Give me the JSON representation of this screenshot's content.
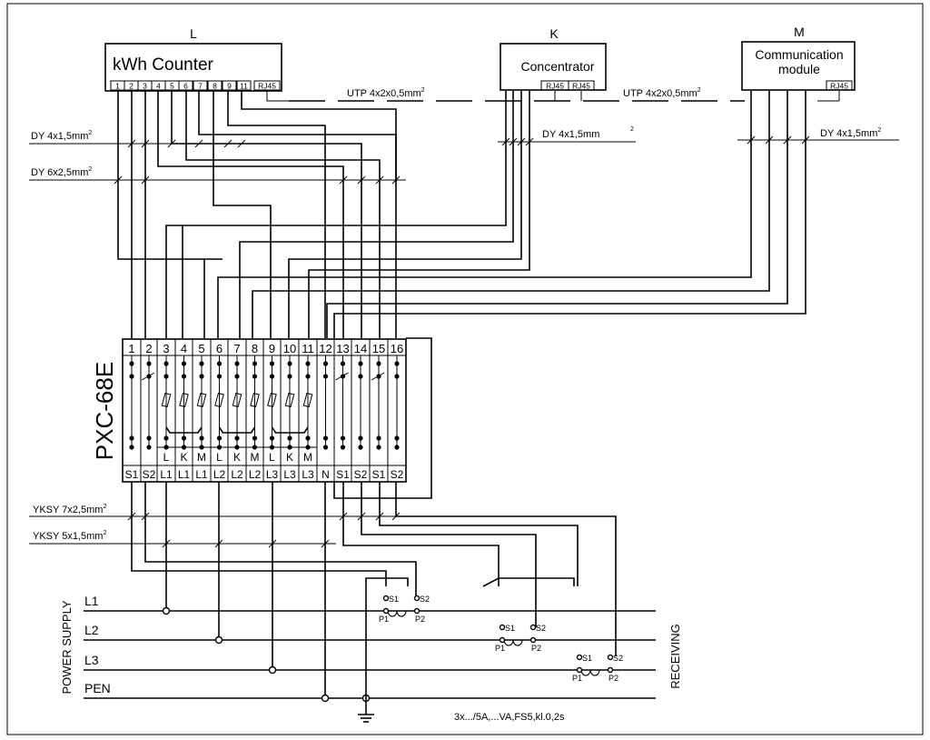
{
  "devices": {
    "counter": {
      "tag": "L",
      "name": "kWh Counter",
      "pins": [
        "1",
        "2",
        "3",
        "4",
        "5",
        "6",
        "7",
        "8",
        "9",
        "11"
      ],
      "rj": "RJ45"
    },
    "concentrator": {
      "tag": "K",
      "name": "Concentrator",
      "rj1": "RJ45",
      "rj2": "RJ45"
    },
    "comm": {
      "tag": "M",
      "name_line1": "Communication",
      "name_line2": "module",
      "rj": "RJ45"
    }
  },
  "cables": {
    "utp1": "UTP 4x2x0,5mm",
    "utp2": "UTP 4x2x0,5mm",
    "dy1": "DY 4x1,5mm",
    "dy2": "DY 6x2,5mm",
    "dy_k": "DY 4x1,5mm",
    "dy_m": "DY 4x1,5mm",
    "yksy1": "YKSY 7x2,5mm",
    "yksy2": "YKSY 5x1,5mm",
    "sup2": "2"
  },
  "terminal": {
    "name": "PXC-68E",
    "top": [
      "1",
      "2",
      "3",
      "4",
      "5",
      "6",
      "7",
      "8",
      "9",
      "10",
      "11",
      "12",
      "13",
      "14",
      "15",
      "16"
    ],
    "mid": [
      "",
      "",
      "L",
      "K",
      "M",
      "L",
      "K",
      "M",
      "L",
      "K",
      "M",
      "",
      "",
      "",
      "",
      ""
    ],
    "bottom": [
      "S1",
      "S2",
      "L1",
      "L1",
      "L1",
      "L2",
      "L2",
      "L2",
      "L3",
      "L3",
      "L3",
      "N",
      "S1",
      "S2",
      "S1",
      "S2"
    ]
  },
  "supply": {
    "side_label": "POWER SUPPLY",
    "receiving_label": "RECEIVING",
    "lines": [
      "L1",
      "L2",
      "L3",
      "PEN"
    ]
  },
  "ct": {
    "s1": "S1",
    "s2": "S2",
    "p1": "P1",
    "p2": "P2"
  },
  "note": "3x.../5A,...VA,FS5,kl.0,2s"
}
